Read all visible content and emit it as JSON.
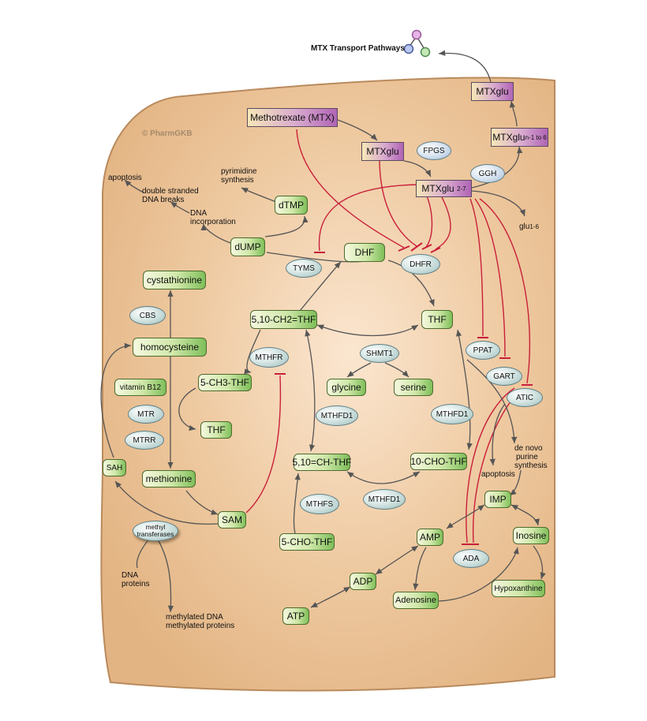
{
  "title": "MTX Transport Pathways",
  "watermark": "© PharmGKB",
  "colors": {
    "cell_fill": "#e9c49c",
    "cell_stroke": "#b98a5c",
    "arrow": "#555555",
    "inhibition": "#c8203a"
  },
  "drugs": {
    "mtx": "Methotrexate (MTX)",
    "mtxglu": "MTXglu",
    "mtxglu27_main": "MTXglu",
    "mtxglu27_sub": "2-7",
    "mtxglun_main": "MTXglu",
    "mtxglun_sub": "n-1 to 6",
    "mtxglu_top": "MTXglu"
  },
  "metabolites": {
    "dtmp": "dTMP",
    "dump": "dUMP",
    "dhf": "DHF",
    "cystathionine": "cystathionine",
    "homocysteine": "homocysteine",
    "ch2thf": "5,10-CH2=THF",
    "thf_center": "THF",
    "ch3thf": "5-CH3-THF",
    "thf_left": "THF",
    "glycine": "glycine",
    "serine": "serine",
    "vitb12": "vitamin B12",
    "sah": "SAH",
    "methionine": "methionine",
    "sam": "SAM",
    "chthf": "5,10=CH-THF",
    "choThf10": "10-CHO-THF",
    "choThf5": "5-CHO-THF",
    "imp": "IMP",
    "amp": "AMP",
    "inosine": "Inosine",
    "adp": "ADP",
    "atp": "ATP",
    "adenosine": "Adenosine",
    "hypoxanthine": "Hypoxanthine"
  },
  "enzymes": {
    "fpgs": "FPGS",
    "ggh": "GGH",
    "tyms": "TYMS",
    "dhfr": "DHFR",
    "cbs": "CBS",
    "shmt1": "SHMT1",
    "mthfr": "MTHFR",
    "mtr": "MTR",
    "mtrr": "MTRR",
    "mthfd1_a": "MTHFD1",
    "mthfd1_b": "MTHFD1",
    "mthfd1_c": "MTHFD1",
    "mthfs": "MTHFS",
    "ppat": "PPAT",
    "gart": "GART",
    "atic": "ATIC",
    "ada": "ADA",
    "methyl_1": "methyl",
    "methyl_2": "transferases"
  },
  "labels": {
    "apoptosis_top": "apoptosis",
    "dsb_1": "double stranded",
    "dsb_2": "DNA breaks",
    "dnainc_1": "DNA",
    "dnainc_2": "incorporation",
    "pyr_1": "pyrimidine",
    "pyr_2": "synthesis",
    "glu_main": "glu",
    "glu_sub": "1-6",
    "denovo_1": "de novo",
    "denovo_2": "purine",
    "denovo_3": "synthesis",
    "apoptosis_right": "apoptosis",
    "dnaprot_1": "DNA",
    "dnaprot_2": "proteins",
    "methylated_1": "methylated DNA",
    "methylated_2": "methylated proteins"
  }
}
